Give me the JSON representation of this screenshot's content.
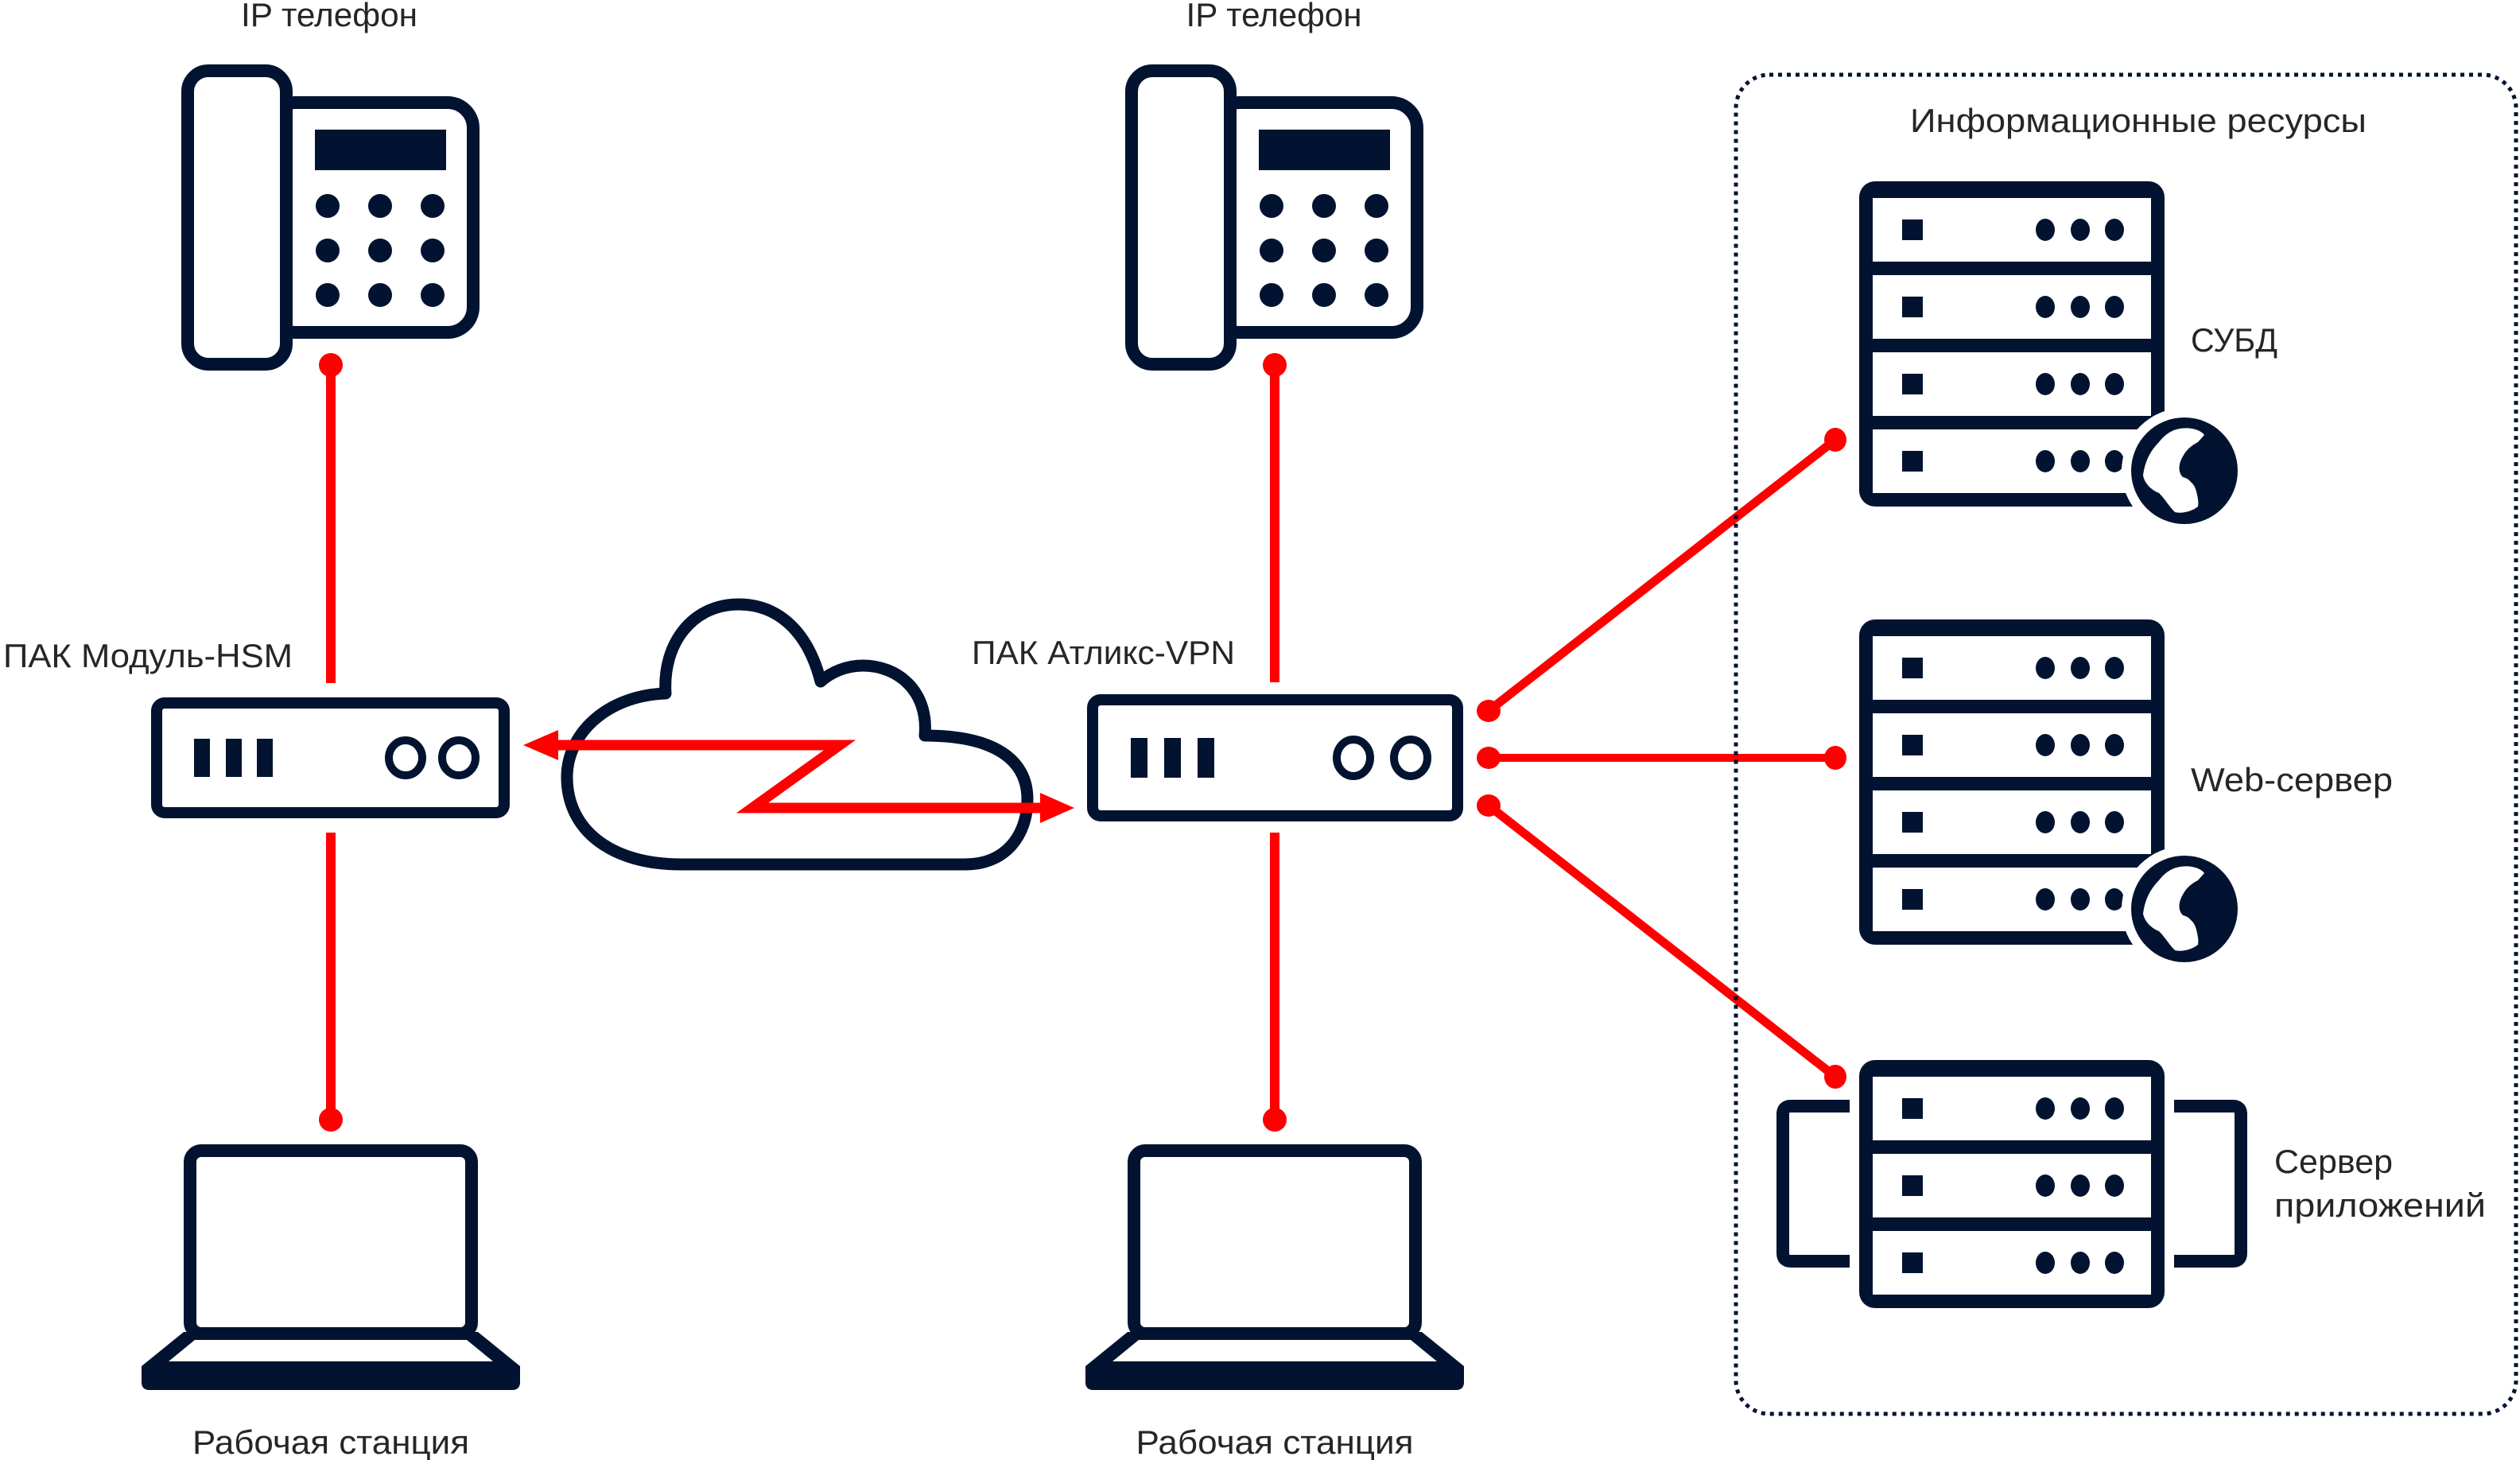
{
  "diagram_title": "",
  "left_site": {
    "phone": {
      "label": "IP телефон",
      "icon": "desk-phone-icon"
    },
    "gateway": {
      "label": "ПАК Модуль-HSM",
      "icon": "network-appliance-icon"
    },
    "workstation": {
      "label": "Рабочая станция",
      "icon": "laptop-icon"
    }
  },
  "network": {
    "icon": "cloud-icon",
    "link_icon": "zigzag-bidirectional-arrow-icon"
  },
  "center_site": {
    "phone": {
      "label": "IP телефон",
      "icon": "desk-phone-icon"
    },
    "gateway": {
      "label": "ПАК Атликс-VPN",
      "icon": "network-appliance-icon"
    },
    "workstation": {
      "label": "Рабочая станция",
      "icon": "laptop-icon"
    }
  },
  "resources": {
    "title": "Информационные ресурсы",
    "servers": [
      {
        "label": "СУБД",
        "icon": "server-rack-globe-icon",
        "units": 4
      },
      {
        "label": "Web-сервер",
        "icon": "server-rack-globe-icon",
        "units": 4
      },
      {
        "label_line1": "Сервер",
        "label_line2": "приложений",
        "icon": "server-cluster-icon",
        "units": 3
      }
    ]
  },
  "colors": {
    "icon": "#011330",
    "link": "#ff0000",
    "text": "#262626"
  }
}
